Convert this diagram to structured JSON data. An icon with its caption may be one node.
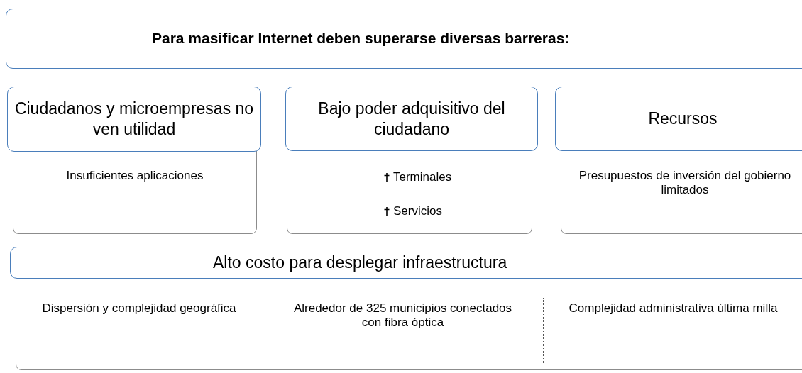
{
  "diagram": {
    "nodes": [
      {
        "text": [
          "Para masificar Internet deben superarse diversas barreras:"
        ]
      },
      {
        "text": [
          "Ciudadanos y microempresas no ven utilidad",
          "Insuficientes aplicaciones"
        ]
      },
      {
        "text": [
          "Bajo poder adquisitivo del ciudadano",
          "Terminales",
          "Servicios"
        ]
      },
      {
        "text": [
          "Recursos",
          "Presupuestos de inversión del gobierno limitados"
        ]
      },
      {
        "text": [
          "Alto costo para desplegar infraestructura",
          "Dispersión y complejidad geográfica",
          "Alrededor de 325 municipios conectados con fibra óptica",
          "Complejidad administrativa última milla"
        ]
      }
    ]
  }
}
